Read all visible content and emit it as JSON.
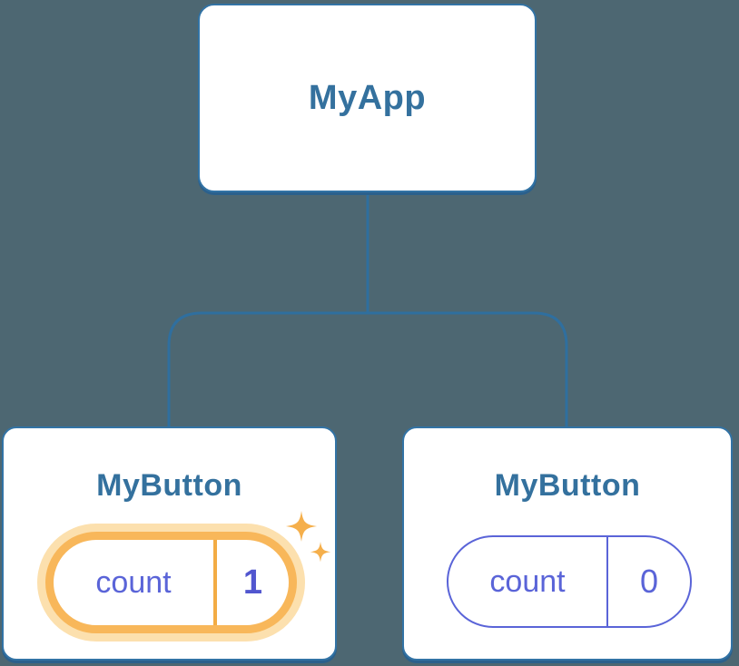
{
  "diagram": {
    "root": {
      "label": "MyApp"
    },
    "children": [
      {
        "label": "MyButton",
        "state": {
          "key": "count",
          "value": "1"
        },
        "highlighted": true
      },
      {
        "label": "MyButton",
        "state": {
          "key": "count",
          "value": "0"
        },
        "highlighted": false
      }
    ]
  },
  "icons": {
    "sparkles": "two four-point sparkle stars marking updated state"
  },
  "colors": {
    "background": "#4D6772",
    "node_border": "#3273A5",
    "node_shadow": "#2B608C",
    "connector": "#2F6F9F",
    "node_text": "#34719E",
    "state_accent": "#5A64D8",
    "state_value_bold": "#5156CF",
    "highlight_ring": "#F8B75A",
    "highlight_halo": "#FCE0AE",
    "highlight_divider": "#F3AC44",
    "sparkle": "#F5AF4B"
  }
}
